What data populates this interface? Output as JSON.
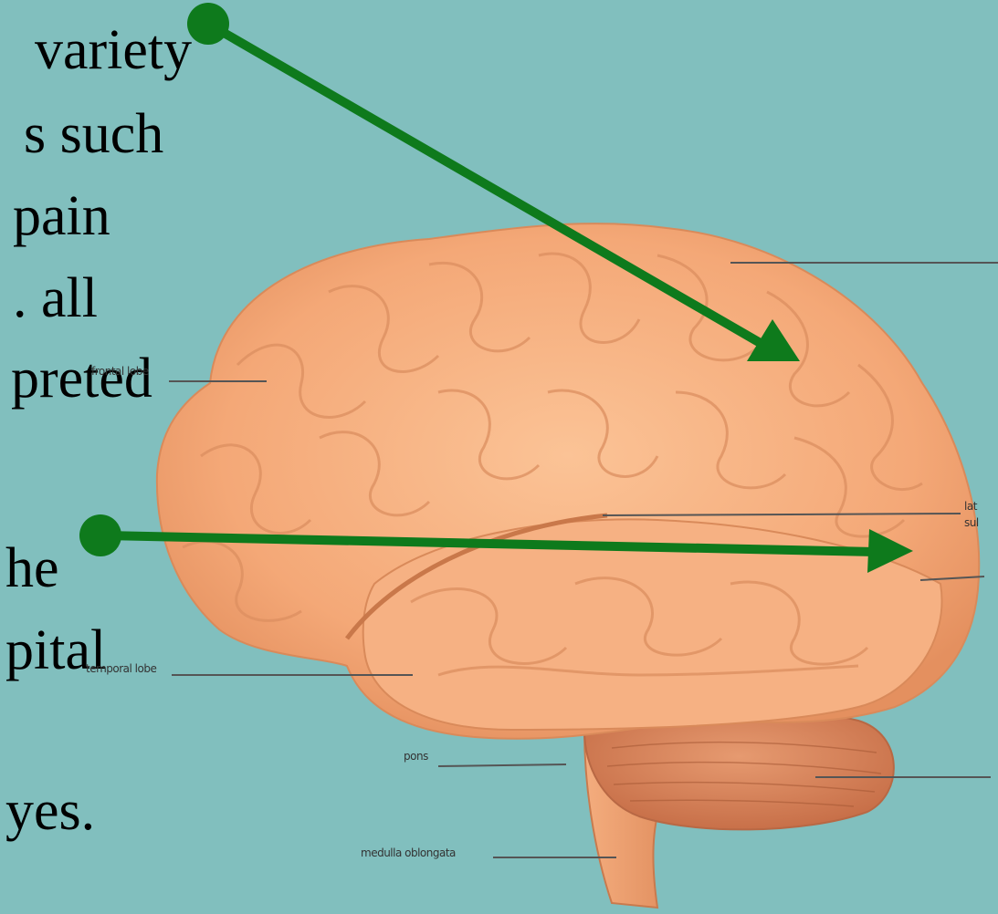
{
  "slide": {
    "background": "#81bfbe",
    "text_lines": [
      "variety",
      "s such",
      "pain",
      ". all",
      "preted",
      "he",
      "pital",
      "yes."
    ]
  },
  "brain": {
    "labels": {
      "frontal": "frontal lobe",
      "temporal": "temporal lobe",
      "pons": "pons",
      "medulla": "medulla oblongata",
      "lateral_1": "lat",
      "lateral_2": "sul"
    },
    "colors": {
      "cerebrum": "#f4a877",
      "cerebellum": "#d9825a",
      "stem": "#e89a6a",
      "arrow": "#0e7a1c"
    }
  },
  "arrows": {
    "icon_names": [
      "green-arrow-to-parietal",
      "green-arrow-to-occipital"
    ]
  }
}
